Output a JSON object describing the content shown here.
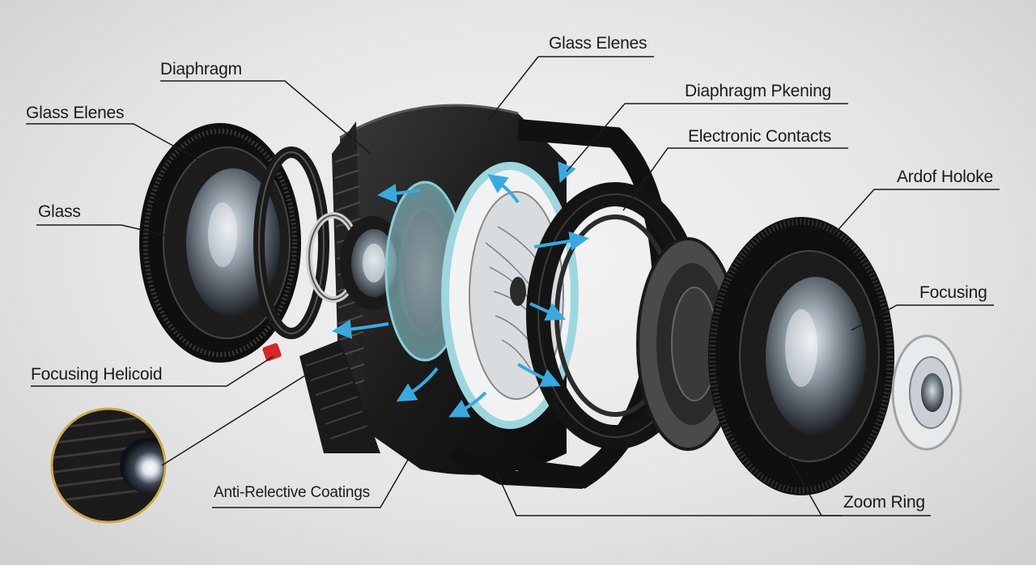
{
  "labels": {
    "glass_elenes_top": "Glass Elenes",
    "diaphragm": "Diaphragm",
    "glass_elenes_left": "Glass Elenes",
    "diaphragm_pkening": "Diaphragm Pkening",
    "electronic_contacts": "Electronic Contacts",
    "ardof_holoke": "Ardof Holoke",
    "glass": "Glass",
    "focusing": "Focusing",
    "focusing_helicoid": "Focusing Helicoid",
    "anti_relective_coatings": "Anti-Relective Coatings",
    "zoom_ring": "Zoom Ring"
  },
  "colors": {
    "background": "#e6e6e6",
    "metal_dark": "#141414",
    "metal_mid": "#2a2a2a",
    "glass_tint": "#6b7a86",
    "arrow_blue": "#3aa9e0",
    "accent_red": "#d8262a",
    "gold_ring": "#c9a94a"
  }
}
